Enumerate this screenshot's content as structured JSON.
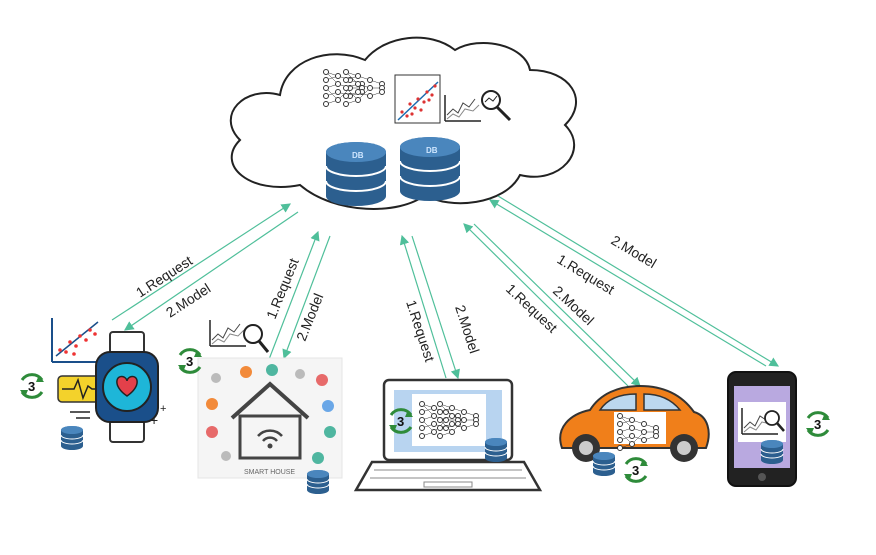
{
  "cloud": {
    "db1_label": "DB",
    "db2_label": "DB"
  },
  "flows": [
    {
      "id": "watch",
      "request": "1.Request",
      "model": "2.Model"
    },
    {
      "id": "smarthouse",
      "request": "1.Request",
      "model": "2.Model"
    },
    {
      "id": "laptop",
      "request": "1.Request",
      "model": "2.Model"
    },
    {
      "id": "car",
      "request": "1.Request",
      "model": "2.Model"
    },
    {
      "id": "phone",
      "request": "1.Request",
      "model": "2.Model"
    }
  ],
  "devices": {
    "watch": {
      "cycle": "3"
    },
    "smarthouse": {
      "cycle": "3",
      "caption": "SMART HOUSE"
    },
    "laptop": {
      "cycle": "3"
    },
    "car": {
      "cycle": "3"
    },
    "phone": {
      "cycle": "3"
    }
  },
  "colors": {
    "arrow": "#4fbf9a",
    "db": "#2c5f8f",
    "cycle": "#2e8b3a",
    "car": "#f07f1a",
    "watch_accent": "#1eb6d8",
    "phone_screen": "#b9a9e0"
  }
}
